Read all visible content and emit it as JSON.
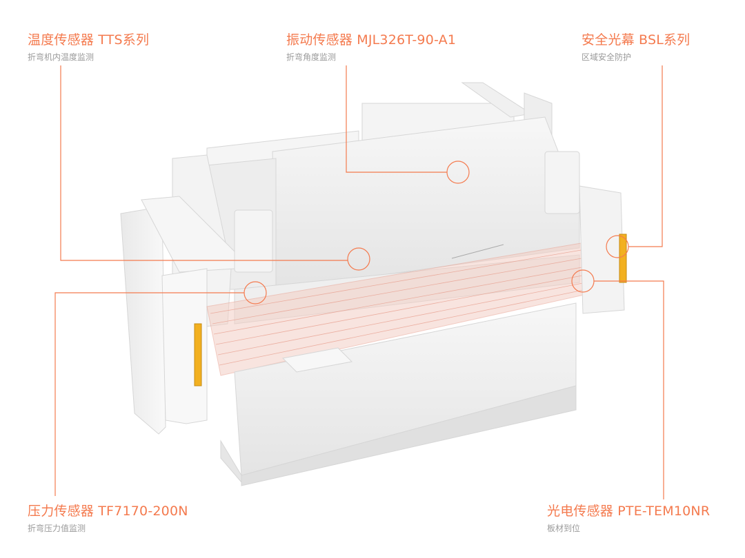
{
  "colors": {
    "accent": "#f47a4e",
    "subtext": "#9a9a9a",
    "machine": "#f2f2f2",
    "laser": "#e8a090"
  },
  "callouts": [
    {
      "title": "温度传感器 TTS系列",
      "subtitle": "折弯机内温度监测"
    },
    {
      "title": "振动传感器  MJL326T-90-A1",
      "subtitle": "折弯角度监测"
    },
    {
      "title": "安全光幕 BSL系列",
      "subtitle": "区域安全防护"
    },
    {
      "title": "压力传感器 TF7170-200N",
      "subtitle": "折弯压力值监测"
    },
    {
      "title": "光电传感器 PTE-TEM10NR",
      "subtitle": "板材到位"
    }
  ]
}
